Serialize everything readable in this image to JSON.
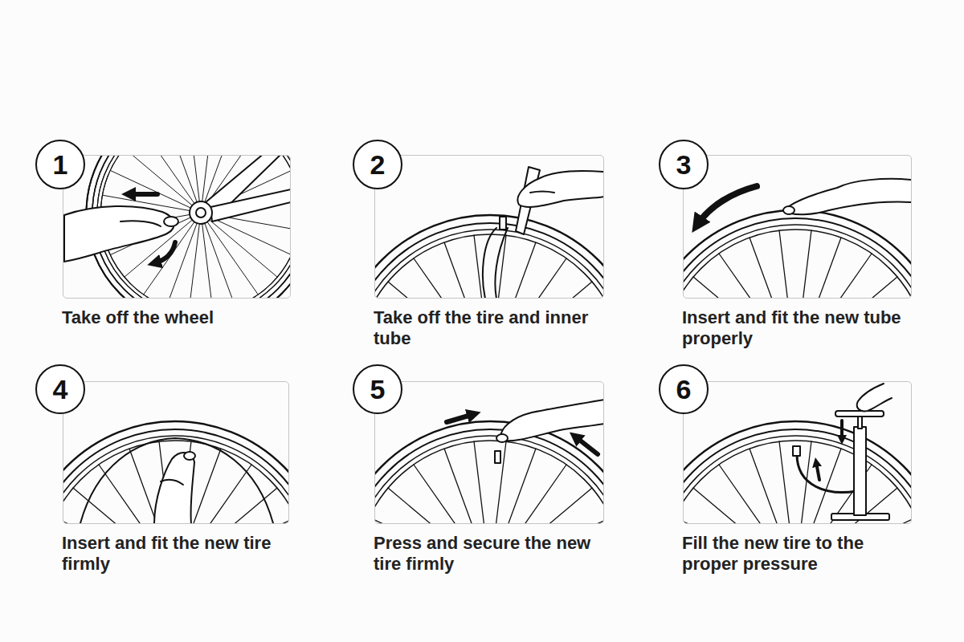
{
  "diagram": {
    "nodes": [
      {
        "text": [
          "1"
        ]
      },
      {
        "text": [
          "Take off the wheel"
        ]
      },
      {
        "text": [
          "2"
        ]
      },
      {
        "text": [
          "Take off the tire and inner tube"
        ]
      },
      {
        "text": [
          "3"
        ]
      },
      {
        "text": [
          "Insert and fit the new tube properly"
        ]
      },
      {
        "text": [
          "4"
        ]
      },
      {
        "text": [
          "Insert and fit the new tire firmly"
        ]
      },
      {
        "text": [
          "5"
        ]
      },
      {
        "text": [
          "Press and secure the new tire firmly"
        ]
      },
      {
        "text": [
          "6"
        ]
      },
      {
        "text": [
          "Fill the new tire to the proper pressure"
        ]
      }
    ]
  }
}
